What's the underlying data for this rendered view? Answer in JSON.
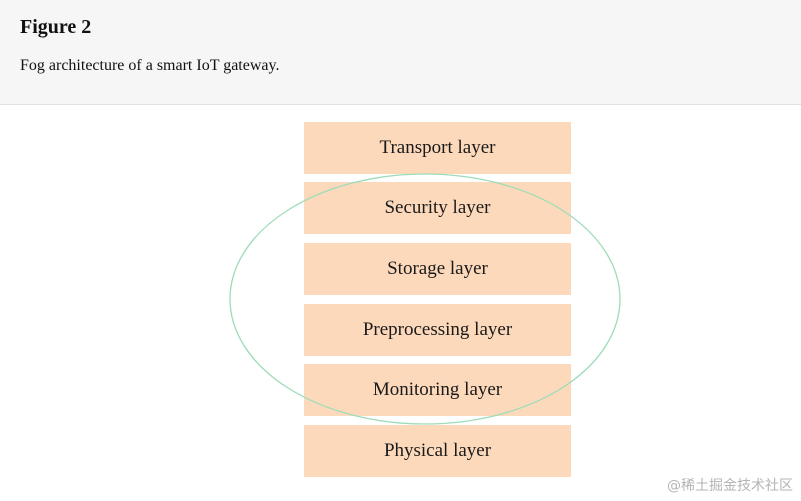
{
  "figure": {
    "title": "Figure 2",
    "description": "Fog architecture of a smart IoT gateway."
  },
  "diagram": {
    "layers": [
      {
        "label": "Transport layer"
      },
      {
        "label": "Security layer"
      },
      {
        "label": "Storage layer"
      },
      {
        "label": "Preprocessing layer"
      },
      {
        "label": "Monitoring layer"
      },
      {
        "label": "Physical layer"
      }
    ],
    "colors": {
      "layer_fill": "#fdd9bb",
      "ellipse_stroke": "#9ddcb8"
    }
  },
  "watermark": "@稀土掘金技术社区"
}
